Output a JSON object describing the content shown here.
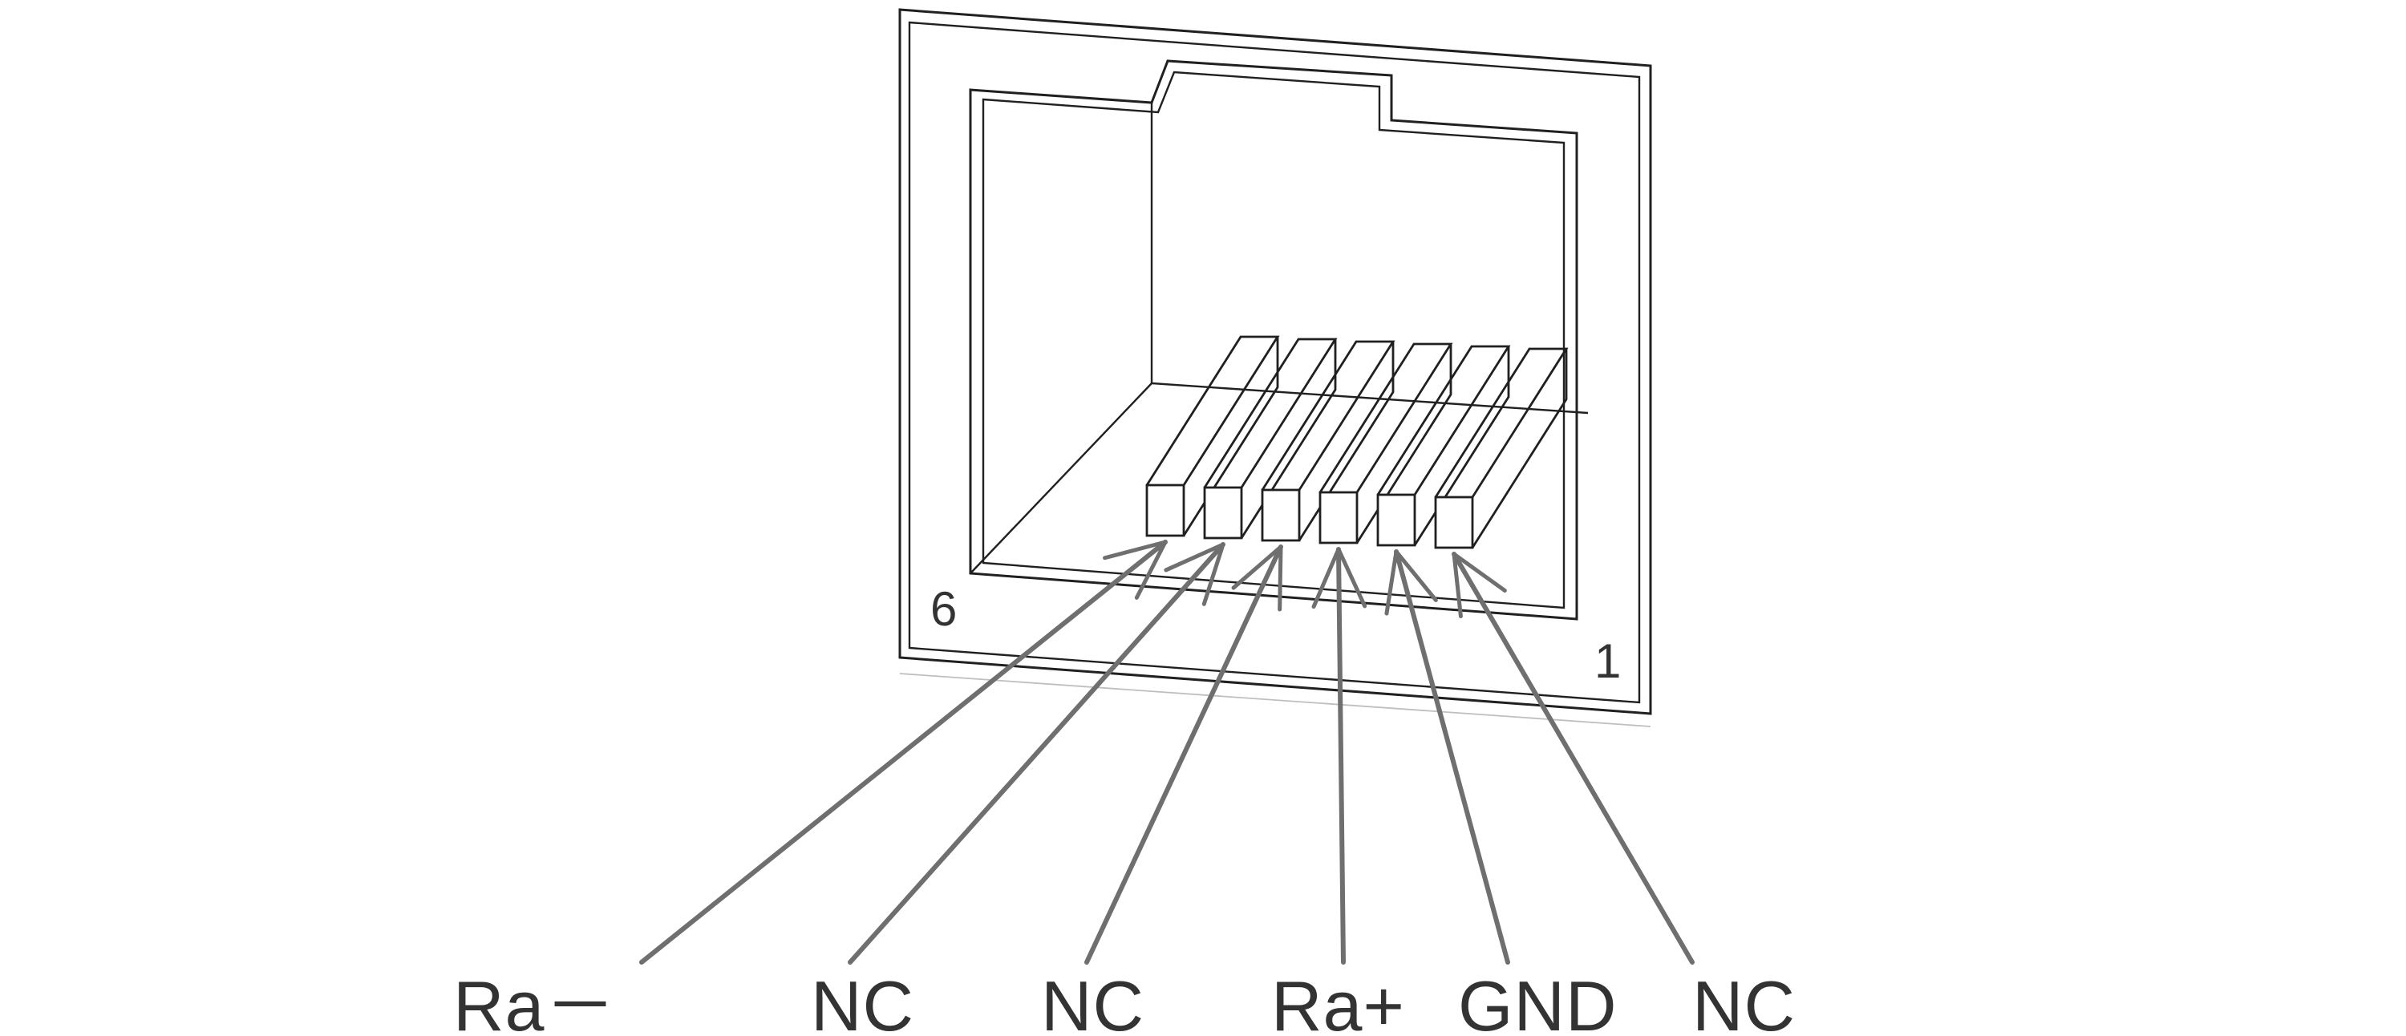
{
  "connector": {
    "pin_number_left": "6",
    "pin_number_right": "1",
    "pin_labels": [
      "Ra－",
      "NC",
      "NC",
      "Ra+",
      "GND",
      "NC"
    ]
  },
  "colors": {
    "outline": "#202020",
    "wire": "#6f6f6f",
    "label": "#333333",
    "background": "#ffffff"
  }
}
